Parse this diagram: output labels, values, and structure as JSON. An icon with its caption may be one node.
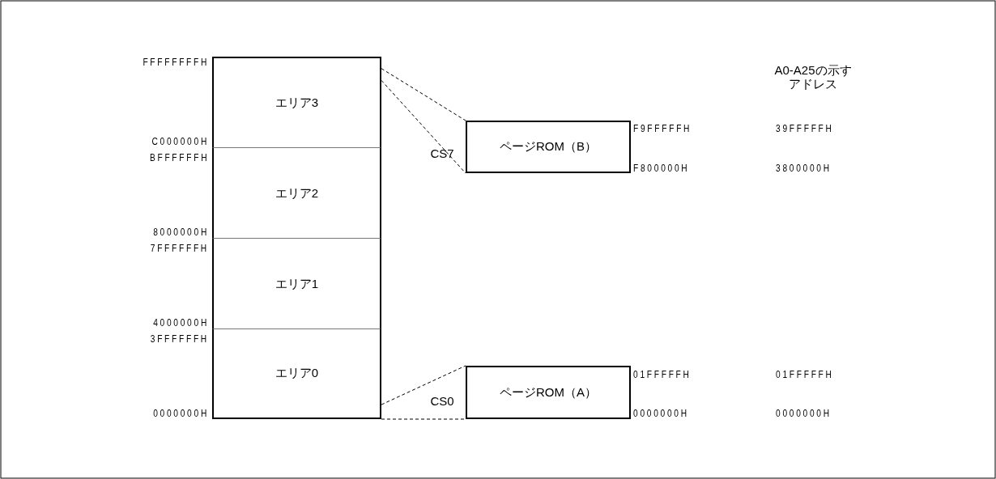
{
  "diagram": {
    "nodes": [
      {
        "text": [
          "エリア3"
        ]
      },
      {
        "text": [
          "エリア2"
        ]
      },
      {
        "text": [
          "エリア1"
        ]
      },
      {
        "text": [
          "エリア0"
        ]
      },
      {
        "text": [
          "ページROM（B）"
        ]
      },
      {
        "text": [
          "ページROM（A）"
        ]
      }
    ],
    "edges": [
      {
        "from": 0,
        "to": 4,
        "arrow": "none",
        "style": "dashed"
      },
      {
        "from": 0,
        "to": 4,
        "arrow": "none",
        "style": "dashed"
      },
      {
        "from": 3,
        "to": 5,
        "arrow": "none",
        "style": "dashed"
      },
      {
        "from": 3,
        "to": 5,
        "arrow": "none",
        "style": "dashed"
      }
    ],
    "labels": [
      "FFFFFFFFH",
      "A0-A25の示すアドレス",
      "F9FFFFFH",
      "39FFFFFH",
      "C000000H",
      "BFFFFFFH",
      "CS7",
      "F800000H",
      "3800000H",
      "8000000H",
      "7FFFFFFH",
      "4000000H",
      "3FFFFFFH",
      "01FFFFFH",
      "01FFFFFH",
      "CS0",
      "0000000H",
      "0000000H",
      "0000000H"
    ]
  }
}
